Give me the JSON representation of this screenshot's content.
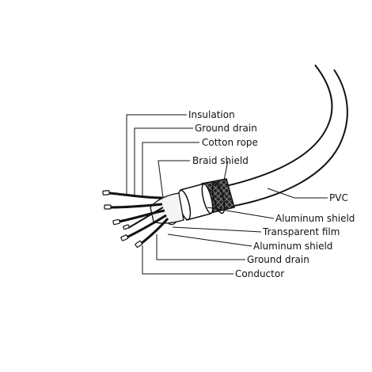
{
  "labels": {
    "insulation": "Insulation",
    "ground_drain_top": "Ground drain",
    "cotton_rope": "Cotton rope",
    "braid_shield": "Braid shield",
    "pvc": "PVC",
    "aluminum_shield_1": "Aluminum shield",
    "transparent_film": "Transparent film",
    "aluminum_shield_2": "Aluminum shield",
    "ground_drain_bottom": "Ground drain",
    "conductor": "Conductor"
  },
  "colors": {
    "line": "#111111",
    "background": "#ffffff"
  }
}
